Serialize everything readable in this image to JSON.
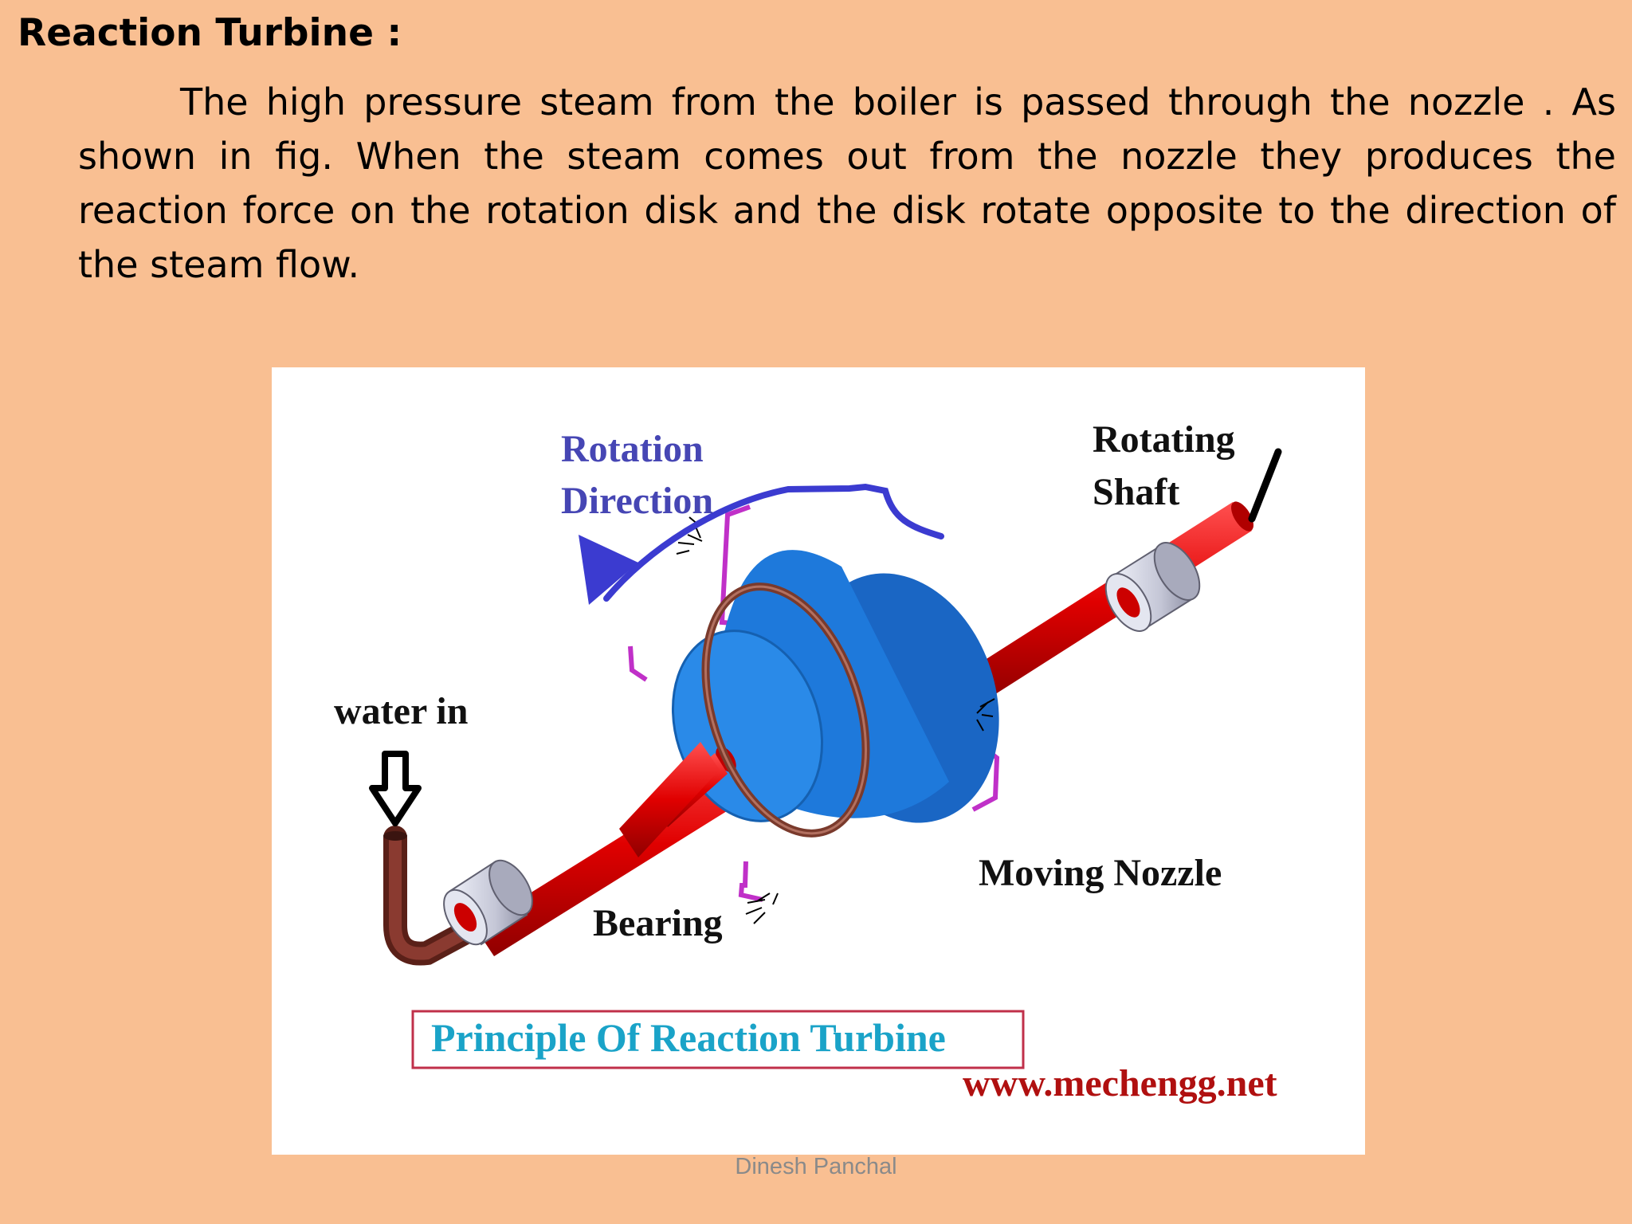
{
  "slide": {
    "title": "Reaction Turbine :",
    "paragraph": "The high pressure steam from the boiler is passed  through the nozzle .  As shown in fig. When the steam comes out from the nozzle they produces the reaction force on the rotation disk and the disk rotate opposite to the direction of the steam flow.",
    "footer": "Dinesh Panchal"
  },
  "figure": {
    "labels": {
      "rotation_line1": "Rotation",
      "rotation_line2": "Direction",
      "rotating_line1": "Rotating",
      "rotating_line2": "Shaft",
      "water_in": "water in",
      "bearing": "Bearing",
      "moving_nozzle": "Moving Nozzle",
      "caption": "Principle Of Reaction Turbine",
      "website": "www.mechengg.net"
    },
    "colors": {
      "background": "#f9bf92",
      "shaft": "#e00000",
      "disk": "#1f7fe0",
      "rim": "#8b4a3a",
      "nozzle": "#c030c8",
      "arrow": "#3b3bd0",
      "bearing": "#c8c8d8",
      "pipe": "#6a2a22",
      "caption_text": "#1aa3c8",
      "caption_border": "#c0304a",
      "website_text": "#b01010",
      "label_blue": "#4646b4"
    }
  }
}
